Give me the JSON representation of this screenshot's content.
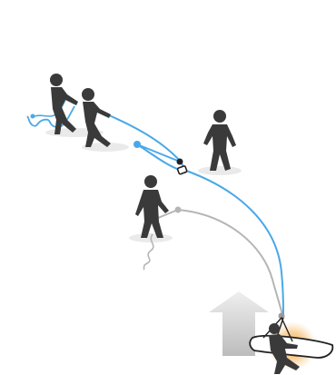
{
  "scene": {
    "colors": {
      "background": "#ffffff",
      "figure": "#3a3a3a",
      "shadow": "#e9e9e9",
      "blue_rope": "#4aa8e8",
      "grey_rope": "#b4b4b4",
      "arrow_top": "#eeeeee",
      "arrow_bottom": "#bdbdbd",
      "glow": "#f0a040"
    },
    "figures": [
      {
        "name": "hauler-rear",
        "pose": "pulling"
      },
      {
        "name": "hauler-front",
        "pose": "pulling"
      },
      {
        "name": "standing-person",
        "pose": "standing"
      },
      {
        "name": "belayer",
        "pose": "holding-rope"
      },
      {
        "name": "rescuer-with-patient",
        "pose": "crouching"
      }
    ],
    "equipment": [
      "blue-haul-rope",
      "grey-belay-rope",
      "progress-capture-pulley",
      "anchor",
      "stretcher",
      "lift-arrow"
    ]
  }
}
